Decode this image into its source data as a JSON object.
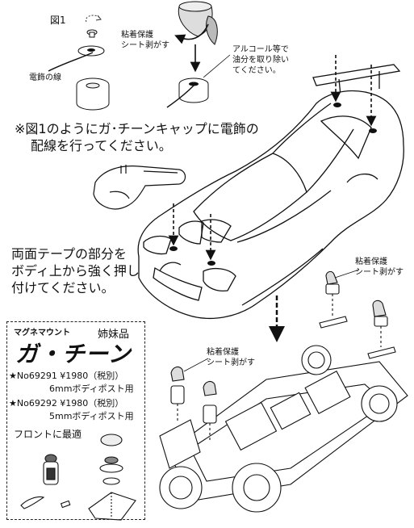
{
  "figure_label": "図1",
  "labels": {
    "decor_wire": "電飾の線",
    "peel_top_line1": "粘着保護",
    "peel_top_line2": "シート剥がす",
    "alcohol_line1": "アルコール等で",
    "alcohol_line2": "油分を取り除い",
    "alcohol_line3": "てください。"
  },
  "note_wiring": {
    "line1": "※図1のようにガ･チーンキャップに電飾の",
    "line2": "配線を行ってください。"
  },
  "note_tape": {
    "line1": "両面テープの部分を",
    "line2": "ボディ上から強く押し",
    "line3": "付けてください。"
  },
  "peel_right": {
    "line1": "粘着保護",
    "line2": "シート剥がす"
  },
  "peel_center": {
    "line1": "粘着保護",
    "line2": "シート剥がす"
  },
  "sister": {
    "brand": "マグネマウント",
    "sister_label": "姉妹品",
    "product_logo": "ガ・チーン",
    "item1_line1": "★No69291 ¥1980（税別）",
    "item1_line2": "6mmボディポスト用",
    "item2_line1": "★No69292 ¥1980（税別）",
    "item2_line2": "5mmボディポスト用",
    "front_best": "フロントに最適"
  }
}
